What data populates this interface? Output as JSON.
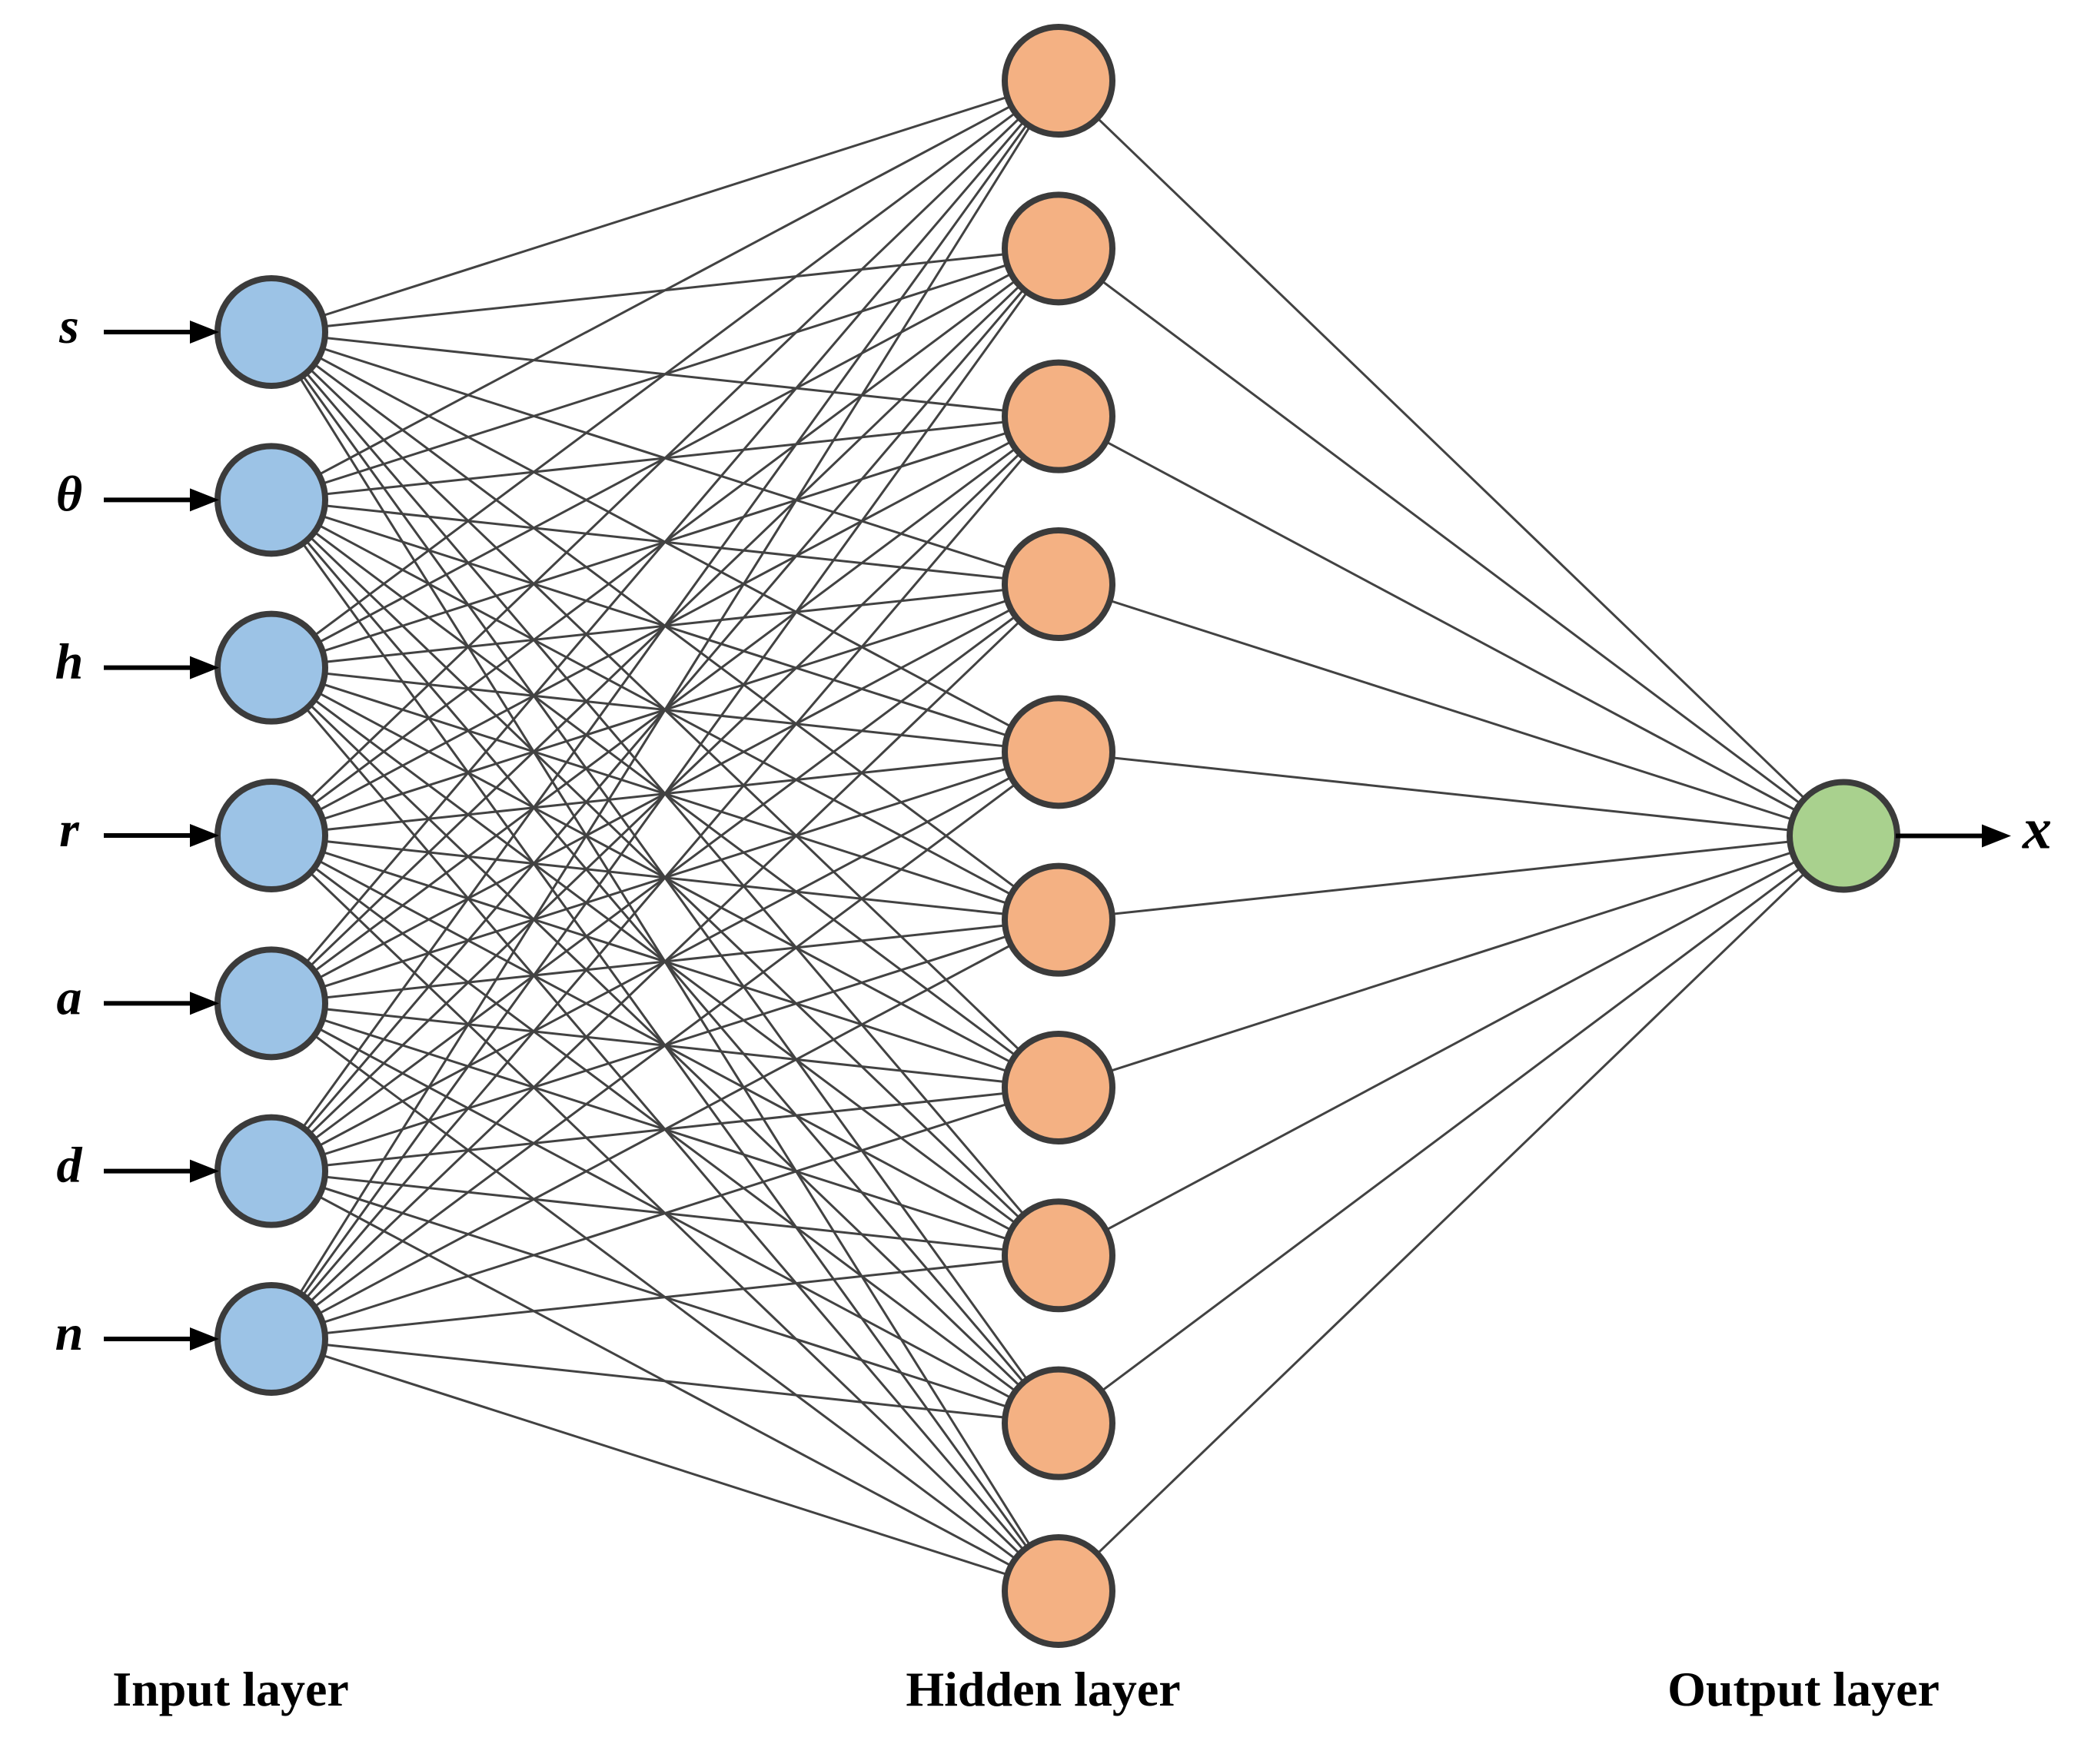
{
  "figure": {
    "background_color": "#ffffff",
    "layers": {
      "input": {
        "caption": "Input layer",
        "node_labels": [
          "s",
          "θ",
          "h",
          "r",
          "a",
          "d",
          "n"
        ],
        "node_count": 7,
        "node_fill": "#9CC3E6"
      },
      "hidden": {
        "caption": "Hidden layer",
        "node_labels": [],
        "node_count": 10,
        "node_fill": "#F4B183"
      },
      "output": {
        "caption": "Output layer",
        "node_labels": [
          "x"
        ],
        "node_count": 1,
        "node_fill": "#A9D18E"
      }
    },
    "connectivity": "fully-connected",
    "node_border_color": "#3B3B3B",
    "edge_color": "#424242",
    "arrow_color": "#000000",
    "label_color": "#000000"
  }
}
